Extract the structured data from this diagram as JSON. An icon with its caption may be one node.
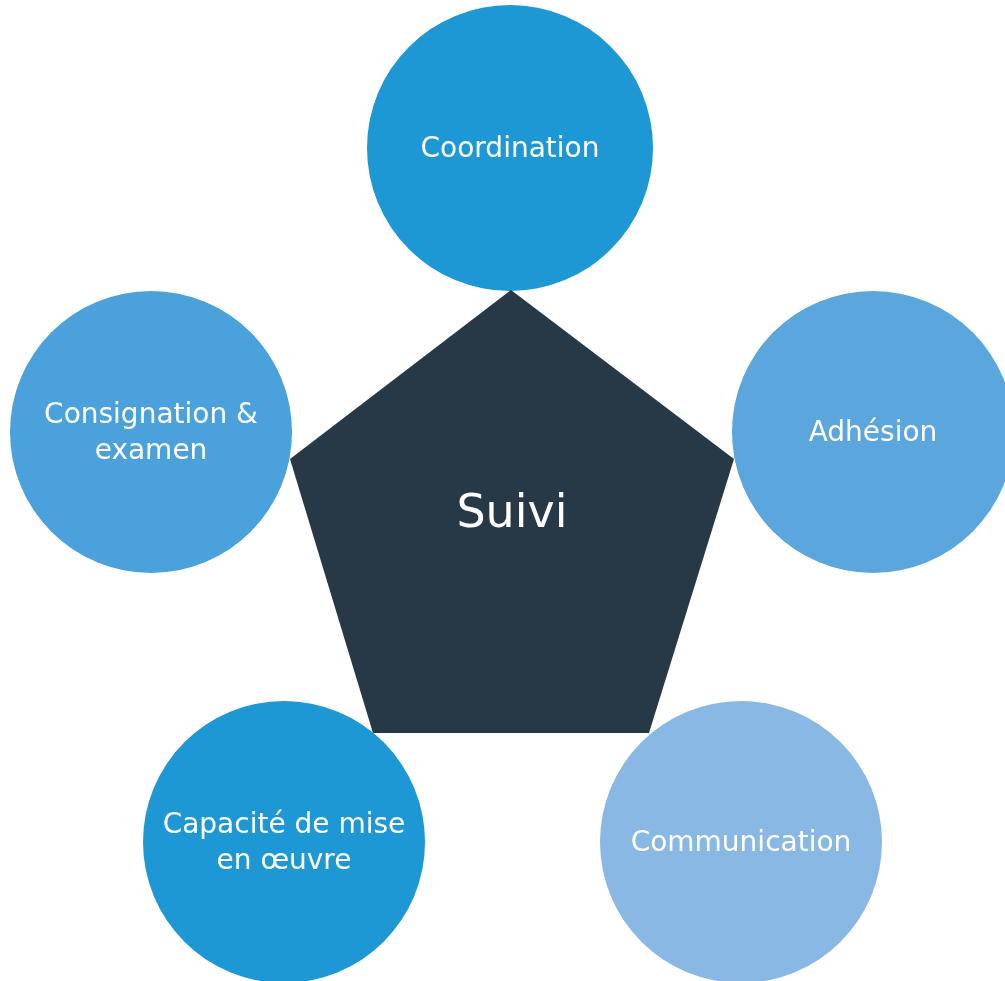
{
  "diagram": {
    "nodes": [
      {
        "text": [
          "Coordination"
        ]
      },
      {
        "text": [
          "Consignation & examen"
        ]
      },
      {
        "text": [
          "Adhésion"
        ]
      },
      {
        "text": [
          "Suivi"
        ]
      },
      {
        "text": [
          "Capacité de mise en œuvre"
        ]
      },
      {
        "text": [
          "Communication"
        ]
      }
    ]
  }
}
